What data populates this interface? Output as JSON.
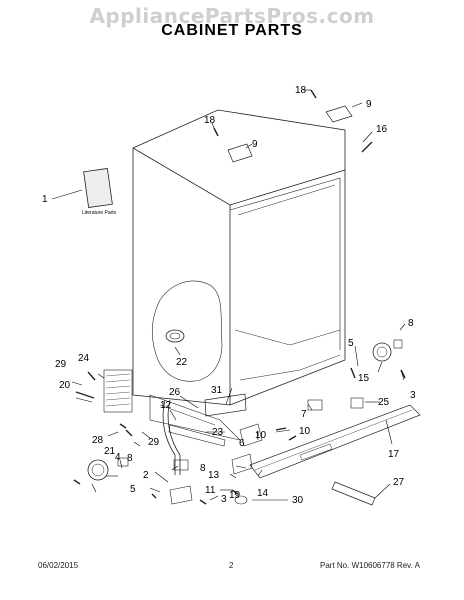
{
  "header": {
    "watermark": "AppliancePartsPros.com",
    "title": "CABINET PARTS"
  },
  "literature_label": "Literature Parts",
  "callouts": [
    "1",
    "2",
    "3",
    "3",
    "4",
    "5",
    "5",
    "6",
    "7",
    "8",
    "8",
    "8",
    "9",
    "9",
    "10",
    "10",
    "11",
    "12",
    "13",
    "14",
    "15",
    "16",
    "17",
    "18",
    "18",
    "19",
    "20",
    "21",
    "22",
    "23",
    "24",
    "25",
    "26",
    "27",
    "28",
    "29",
    "29",
    "30",
    "31"
  ],
  "footer": {
    "date": "06/02/2015",
    "page": "2",
    "part_no": "Part No. W10606778  Rev. A"
  }
}
